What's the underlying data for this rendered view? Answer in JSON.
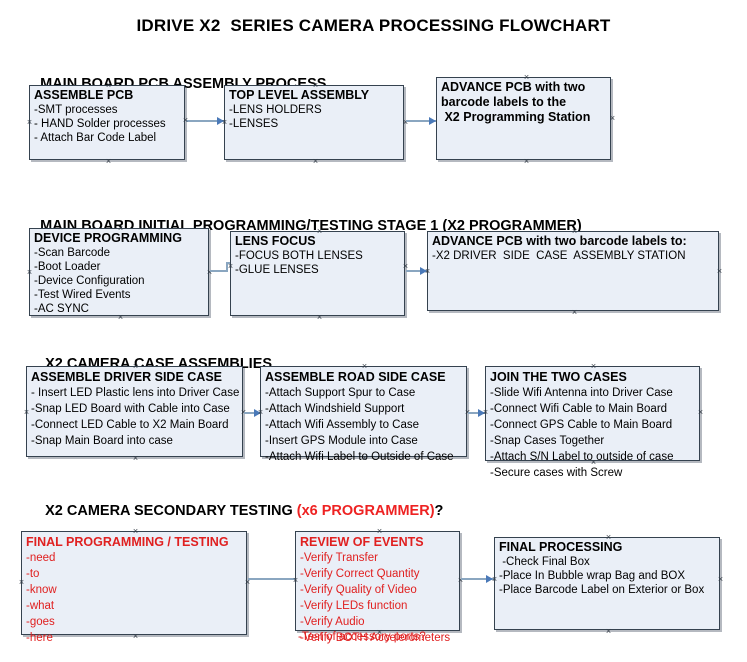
{
  "document": {
    "title": "IDRIVE X2  SERIES CAMERA PROCESSING FLOWCHART"
  },
  "colors": {
    "box_fill": "#eaeff7",
    "box_border": "#35424f",
    "connector": "#8aa6c0",
    "arrowhead": "#4a79b8",
    "accent_red": "#e02020",
    "text": "#000000"
  },
  "sections": [
    {
      "id": "main-board-pcb-assembly",
      "heading": "MAIN BOARD PCB ASSEMBLY PROCESS",
      "heading_accent": "",
      "heading_suffix": "",
      "nodes": [
        {
          "id": "assemble-pcb",
          "title": "ASSEMBLE PCB",
          "lines": [
            "-SMT processes",
            "- HAND Solder processes",
            "- Attach Bar Code Label"
          ],
          "red": false
        },
        {
          "id": "top-level-assembly",
          "title": "TOP LEVEL ASSEMBLY",
          "lines": [
            "-LENS HOLDERS",
            "-LENSES"
          ],
          "red": false
        },
        {
          "id": "advance-pcb-programming-station",
          "title": "ADVANCE PCB with two",
          "lines": [
            "barcode labels to the",
            " X2 Programming Station"
          ],
          "red": false
        }
      ]
    },
    {
      "id": "main-board-initial-programming",
      "heading": "MAIN BOARD INITIAL PROGRAMMING/TESTING STAGE 1 (X2 PROGRAMMER)",
      "heading_accent": "",
      "heading_suffix": "",
      "nodes": [
        {
          "id": "device-programming",
          "title": "DEVICE PROGRAMMING",
          "lines": [
            "-Scan Barcode",
            "-Boot Loader",
            "-Device Configuration",
            "-Test Wired Events",
            "-AC SYNC"
          ],
          "red": false
        },
        {
          "id": "lens-focus",
          "title": "LENS FOCUS",
          "lines": [
            "-FOCUS BOTH LENSES",
            "-GLUE LENSES"
          ],
          "red": false
        },
        {
          "id": "advance-pcb-driver-side",
          "title": "ADVANCE PCB with two barcode labels to:",
          "lines": [
            "-X2 DRIVER  SIDE  CASE  ASSEMBLY STATION"
          ],
          "red": false
        }
      ]
    },
    {
      "id": "x2-camera-case-assemblies",
      "heading": "X2 CAMERA CASE ASSEMBLIES",
      "heading_accent": "",
      "heading_suffix": "",
      "nodes": [
        {
          "id": "assemble-driver-side-case",
          "title": "ASSEMBLE DRIVER SIDE CASE",
          "lines": [
            "- Insert LED Plastic lens into Driver Case",
            "-Snap LED Board with Cable into Case",
            "-Connect LED Cable to X2 Main Board",
            "-Snap Main Board into case"
          ],
          "red": false
        },
        {
          "id": "assemble-road-side-case",
          "title": "ASSEMBLE ROAD SIDE CASE",
          "lines": [
            "-Attach Support Spur to Case",
            "-Attach Windshield Support",
            "-Attach Wifi Assembly to Case",
            "-Insert GPS Module into Case",
            "-Attach Wifi Label to Outside of Case"
          ],
          "red": false
        },
        {
          "id": "join-the-two-cases",
          "title": "JOIN THE TWO CASES",
          "lines": [
            "-Slide Wifi Antenna into Driver Case",
            "-Connect Wifi Cable to Main Board",
            "-Connect GPS Cable to Main Board",
            "-Snap Cases Together",
            "-Attach S/N Label to outside of case",
            "-Secure cases with Screw"
          ],
          "red": false
        }
      ]
    },
    {
      "id": "x2-camera-secondary-testing",
      "heading": "X2 CAMERA SECONDARY TESTING ",
      "heading_accent": "(x6 PROGRAMMER)",
      "heading_suffix": "?",
      "nodes": [
        {
          "id": "final-programming-testing",
          "title": "FINAL PROGRAMMING / TESTING",
          "lines": [
            "-need",
            "-to",
            "-know",
            "-what",
            "-goes",
            "-here"
          ],
          "red": true
        },
        {
          "id": "review-of-events",
          "title": "REVIEW OF EVENTS",
          "lines": [
            "-Verify Transfer",
            "-Verify Correct Quantity",
            "-Verify Quality of Video",
            "-Verify LEDs function",
            "-Verify Audio",
            "-Verify BOTH Accelerometers"
          ],
          "overflow_line": "-Test of accessory ports?",
          "red": true
        },
        {
          "id": "final-processing",
          "title": "FINAL PROCESSING",
          "lines": [
            " -Check Final Box",
            "-Place In Bubble wrap Bag and BOX",
            "-Place Barcode Label on Exterior or Box"
          ],
          "red": false
        }
      ]
    }
  ]
}
